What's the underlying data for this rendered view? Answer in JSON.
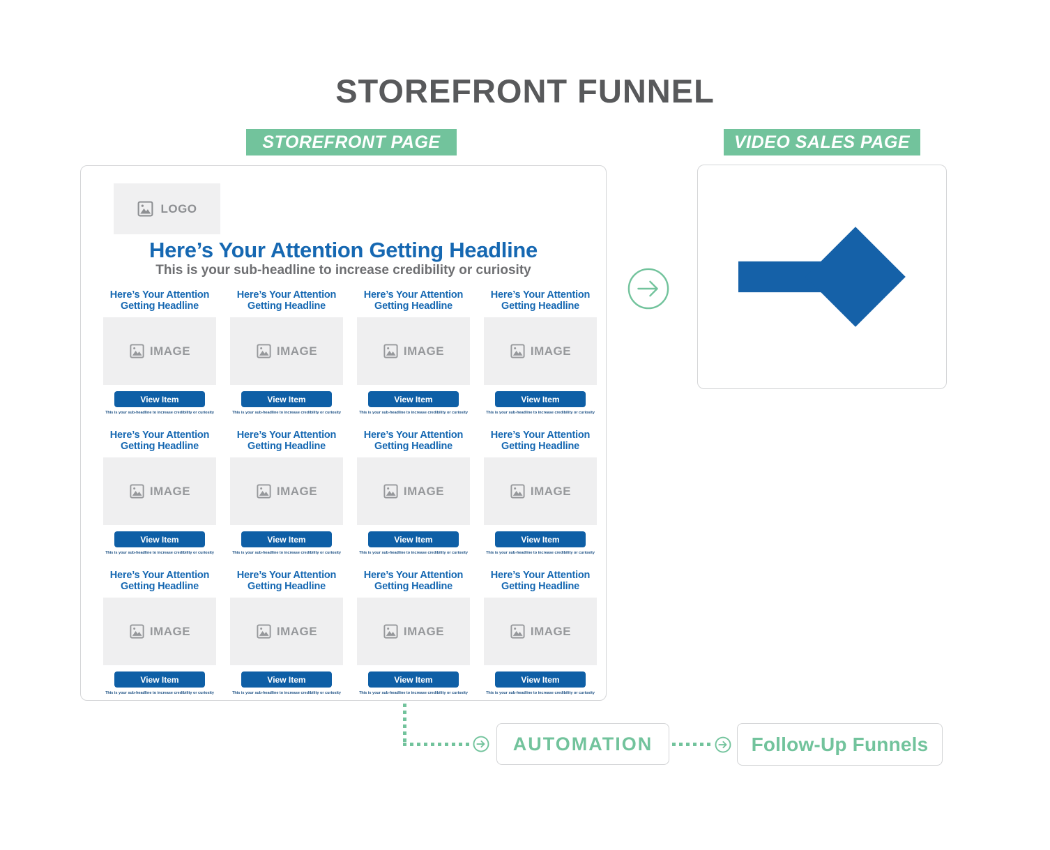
{
  "title": "STOREFRONT FUNNEL",
  "colors": {
    "brand_green": "#72c39c",
    "headline_blue": "#1668b2",
    "button_blue": "#0e5fa6",
    "title_gray": "#58595b",
    "sub_gray": "#6d6e71",
    "placeholder_gray": "#efeff0"
  },
  "storefront_page": {
    "badge": "STOREFRONT PAGE",
    "logo_label": "LOGO",
    "headline": "Here’s Your Attention Getting Headline",
    "subheadline": "This is your sub-headline to increase credibility or curiosity",
    "product_count": 12,
    "product_card": {
      "headline_line1": "Here’s Your Attention",
      "headline_line2": "Getting Headline",
      "image_label": "IMAGE",
      "button_label": "View Item",
      "caption": "This is your sub-headline to increase credibility or curiosity"
    }
  },
  "video_sales_page": {
    "badge": "VIDEO SALES PAGE"
  },
  "automation": {
    "label": "AUTOMATION"
  },
  "follow_up": {
    "label": "Follow-Up Funnels"
  }
}
